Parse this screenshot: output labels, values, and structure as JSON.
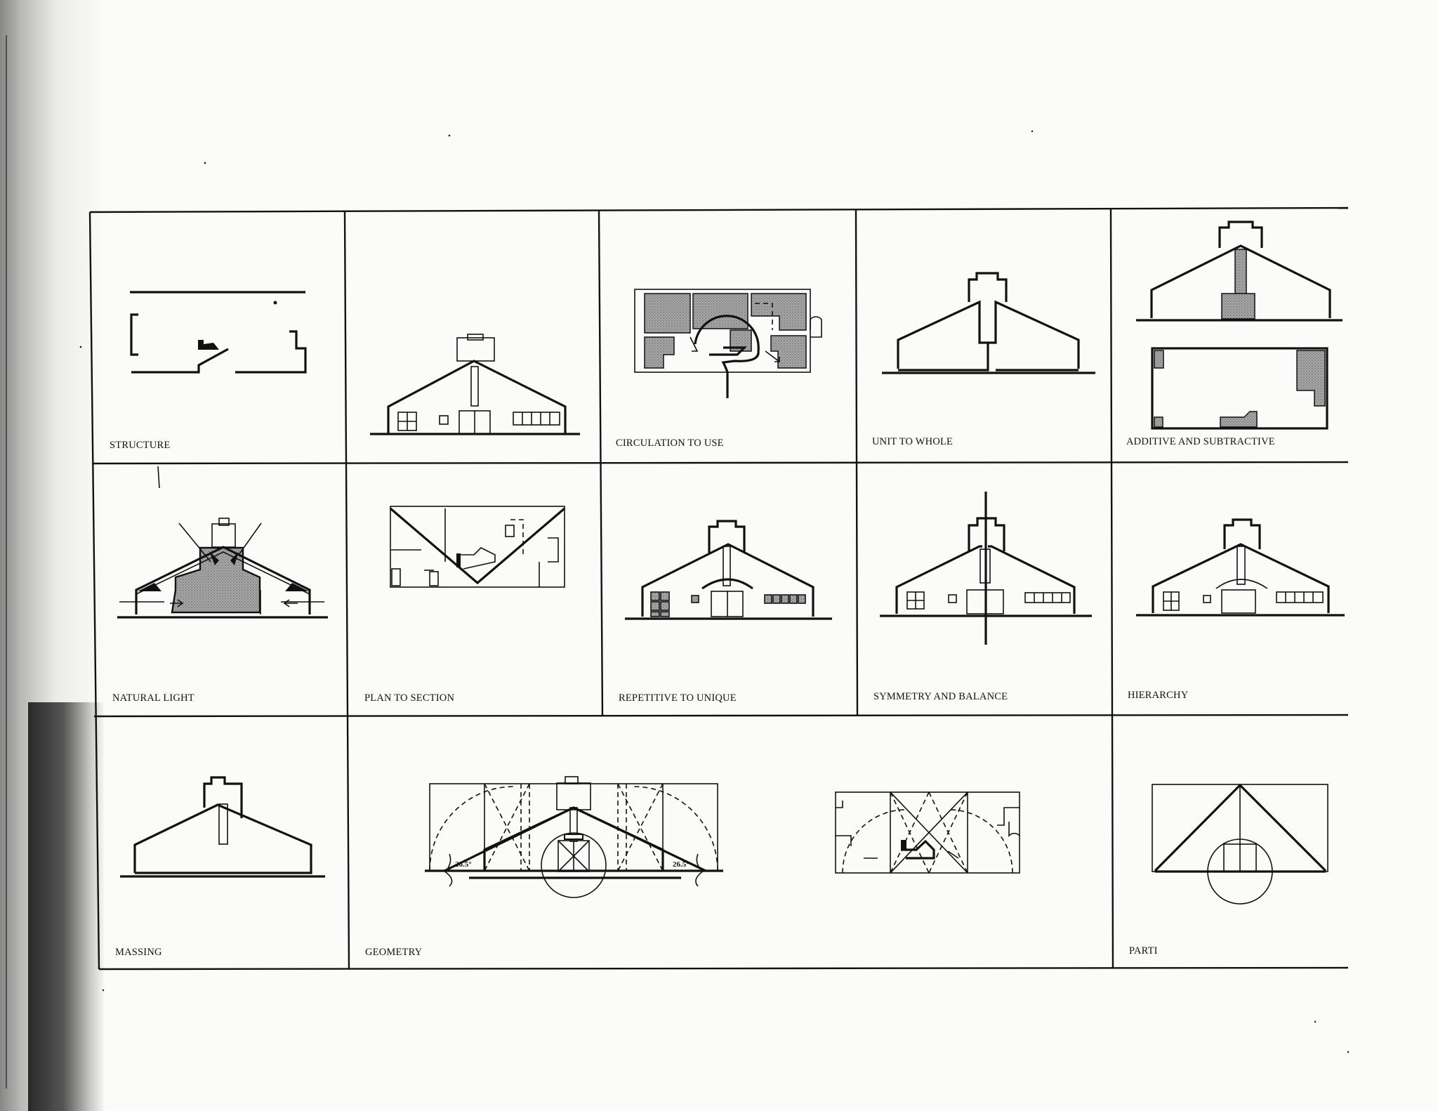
{
  "board": {
    "panels": [
      {
        "id": "structure",
        "label": "STRUCTURE"
      },
      {
        "id": "plan-to-section",
        "label": "PLAN TO SECTION"
      },
      {
        "id": "circulation-to-use",
        "label": "CIRCULATION TO USE"
      },
      {
        "id": "unit-to-whole",
        "label": "UNIT TO WHOLE"
      },
      {
        "id": "additive-and-subtractive",
        "label": "ADDITIVE AND SUBTRACTIVE"
      },
      {
        "id": "natural-light",
        "label": "NATURAL LIGHT"
      },
      {
        "id": "repetitive-to-unique",
        "label": "REPETITIVE TO UNIQUE"
      },
      {
        "id": "symmetry-and-balance",
        "label": "SYMMETRY AND BALANCE"
      },
      {
        "id": "hierarchy",
        "label": "HIERARCHY"
      },
      {
        "id": "massing",
        "label": "MASSING"
      },
      {
        "id": "geometry",
        "label": "GEOMETRY"
      },
      {
        "id": "parti",
        "label": "PARTI"
      }
    ],
    "geometry_angles": [
      "26.5°",
      "26.5°"
    ]
  }
}
